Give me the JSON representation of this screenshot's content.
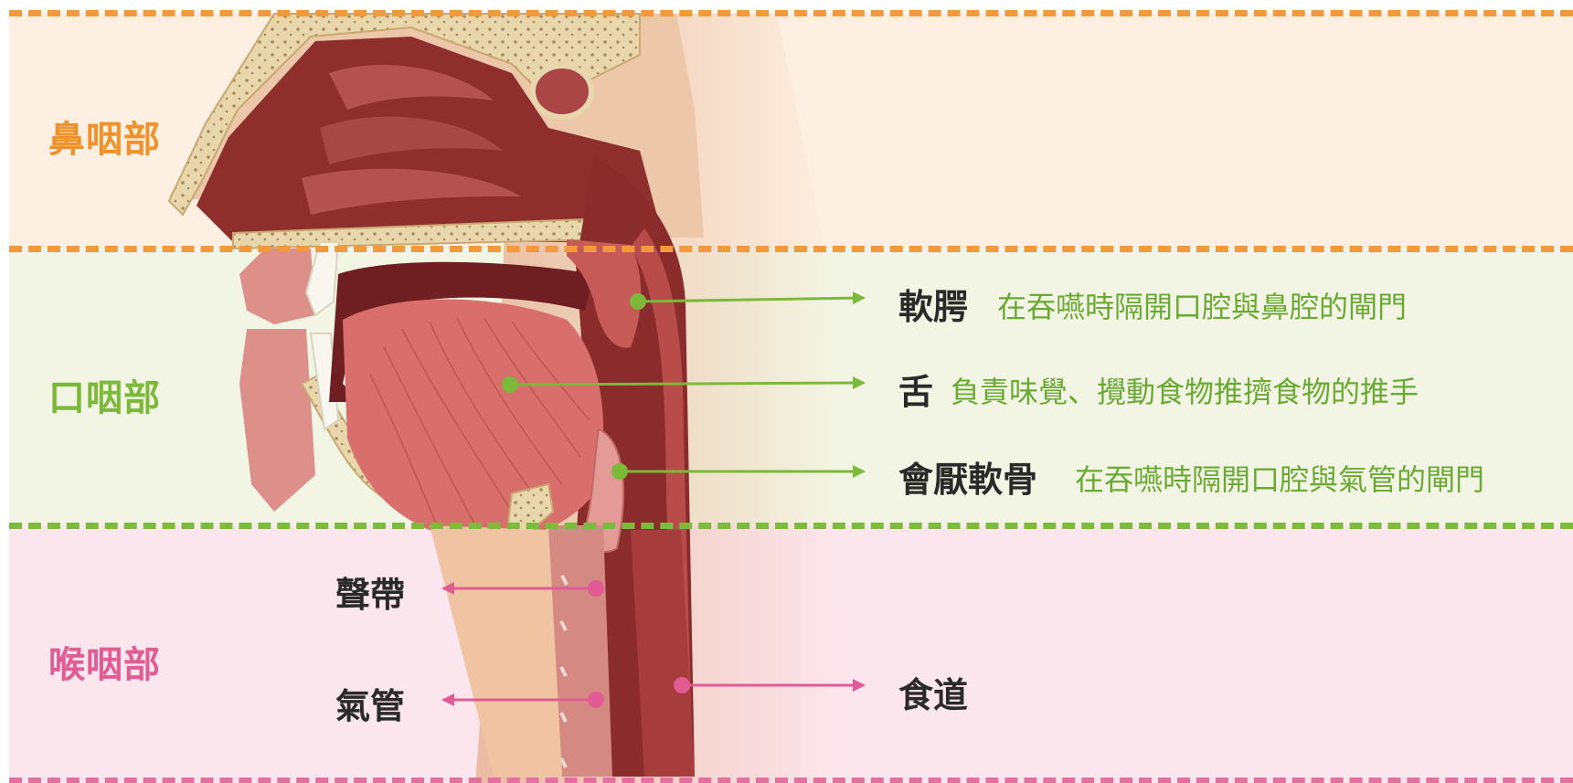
{
  "regions": {
    "nasopharynx": "鼻咽部",
    "oropharynx": "口咽部",
    "laryngopharynx": "喉咽部"
  },
  "labels": {
    "soft_palate": {
      "term": "軟腭",
      "desc": "在吞嚥時隔開口腔與鼻腔的閘門"
    },
    "tongue": {
      "term": "舌",
      "desc": "負責味覺、攪動食物推擠食物的推手"
    },
    "epiglottis": {
      "term": "會厭軟骨",
      "desc": "在吞嚥時隔開口腔與氣管的閘門"
    },
    "vocal_cords": {
      "term": "聲帶"
    },
    "trachea": {
      "term": "氣管"
    },
    "esophagus": {
      "term": "食道"
    }
  },
  "colors": {
    "naso_band": "#fdf0e2",
    "oro_band": "#f3f5e4",
    "laryngo_band": "#fce6ee",
    "orange": "#f0922b",
    "green": "#7cb83a",
    "pink": "#e05c93"
  }
}
